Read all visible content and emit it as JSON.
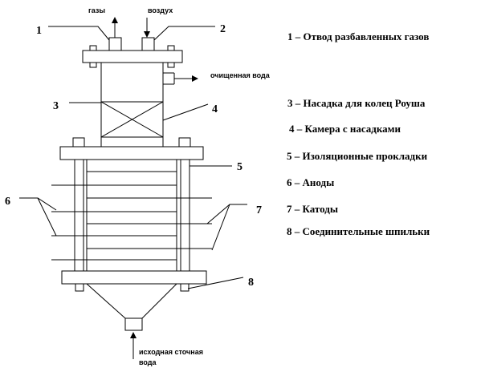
{
  "diagram": {
    "callouts": {
      "c1": "1",
      "c2": "2",
      "c3": "3",
      "c4": "4",
      "c5": "5",
      "c6": "6",
      "c7": "7",
      "c8": "8"
    },
    "flows": {
      "gases": "газы",
      "air": "воздух",
      "clean_water": "очищенная вода",
      "inlet_line1": "исходная сточная",
      "inlet_line2": "вода"
    },
    "legend": [
      "1 – Отвод разбавленных газов",
      "3 – Насадка для колец Роуша",
      "4 – Камера с насадками",
      "5 – Изоляционные прокладки",
      "6 – Аноды",
      "7 – Катоды",
      "8 – Соединительные шпильки"
    ]
  }
}
